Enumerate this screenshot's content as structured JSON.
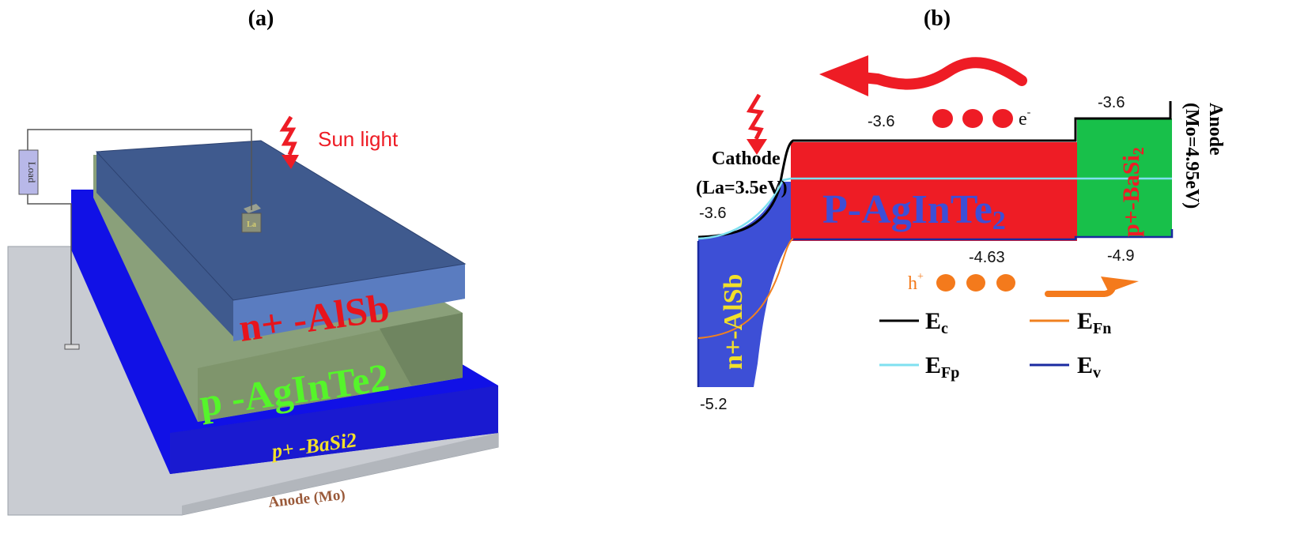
{
  "panel_a": {
    "label": "(a)",
    "sunlight_label": "Sun light",
    "load_label": "Load",
    "contact_label": "La",
    "layer_top": "n+ -AlSb",
    "layer_mid": "p -AgInTe2",
    "layer_low": "p+ -BaSi2",
    "layer_base": "Anode (Mo)"
  },
  "panel_b": {
    "label": "(b)",
    "cathode_title": "Cathode",
    "cathode_sub": "(La=3.5eV)",
    "anode_title": "Anode",
    "anode_sub": "(Mo=4.95eV)",
    "region_left": "n+-AlSb",
    "region_mid_main": "P-AgInTe",
    "region_mid_sub": "2",
    "region_right_main": "p+-BaSi",
    "region_right_sub": "2",
    "values": {
      "left_top": "-3.6",
      "left_bottom": "-5.2",
      "mid_top": "-3.6",
      "mid_bottom": "-4.63",
      "right_top": "-3.6",
      "right_bottom": "-4.9"
    },
    "electron_label_main": "e",
    "electron_label_sup": "-",
    "hole_label_main": "h",
    "hole_label_sup": "+",
    "legend": {
      "ec": {
        "main": "E",
        "sub": "c",
        "color": "#000000"
      },
      "efn": {
        "main": "E",
        "sub": "Fn",
        "color": "#f08020"
      },
      "efp": {
        "main": "E",
        "sub": "Fp",
        "color": "#7fe0f0"
      },
      "ev": {
        "main": "E",
        "sub": "v",
        "color": "#1a2aa0"
      }
    }
  },
  "colors": {
    "red": "#ee1c25",
    "blue_region": "#3d4fd6",
    "green_region": "#18c04a",
    "orange": "#f47a1c",
    "top_layer": "#3f5a8e",
    "mid_layer": "#8aa07a",
    "low_layer": "#1111e6",
    "base_layer": "#c9ccd2",
    "label_red": "#e8141b",
    "label_green": "#55f52a",
    "label_yellow": "#f2e02a",
    "label_brown": "#9a5a3a"
  }
}
